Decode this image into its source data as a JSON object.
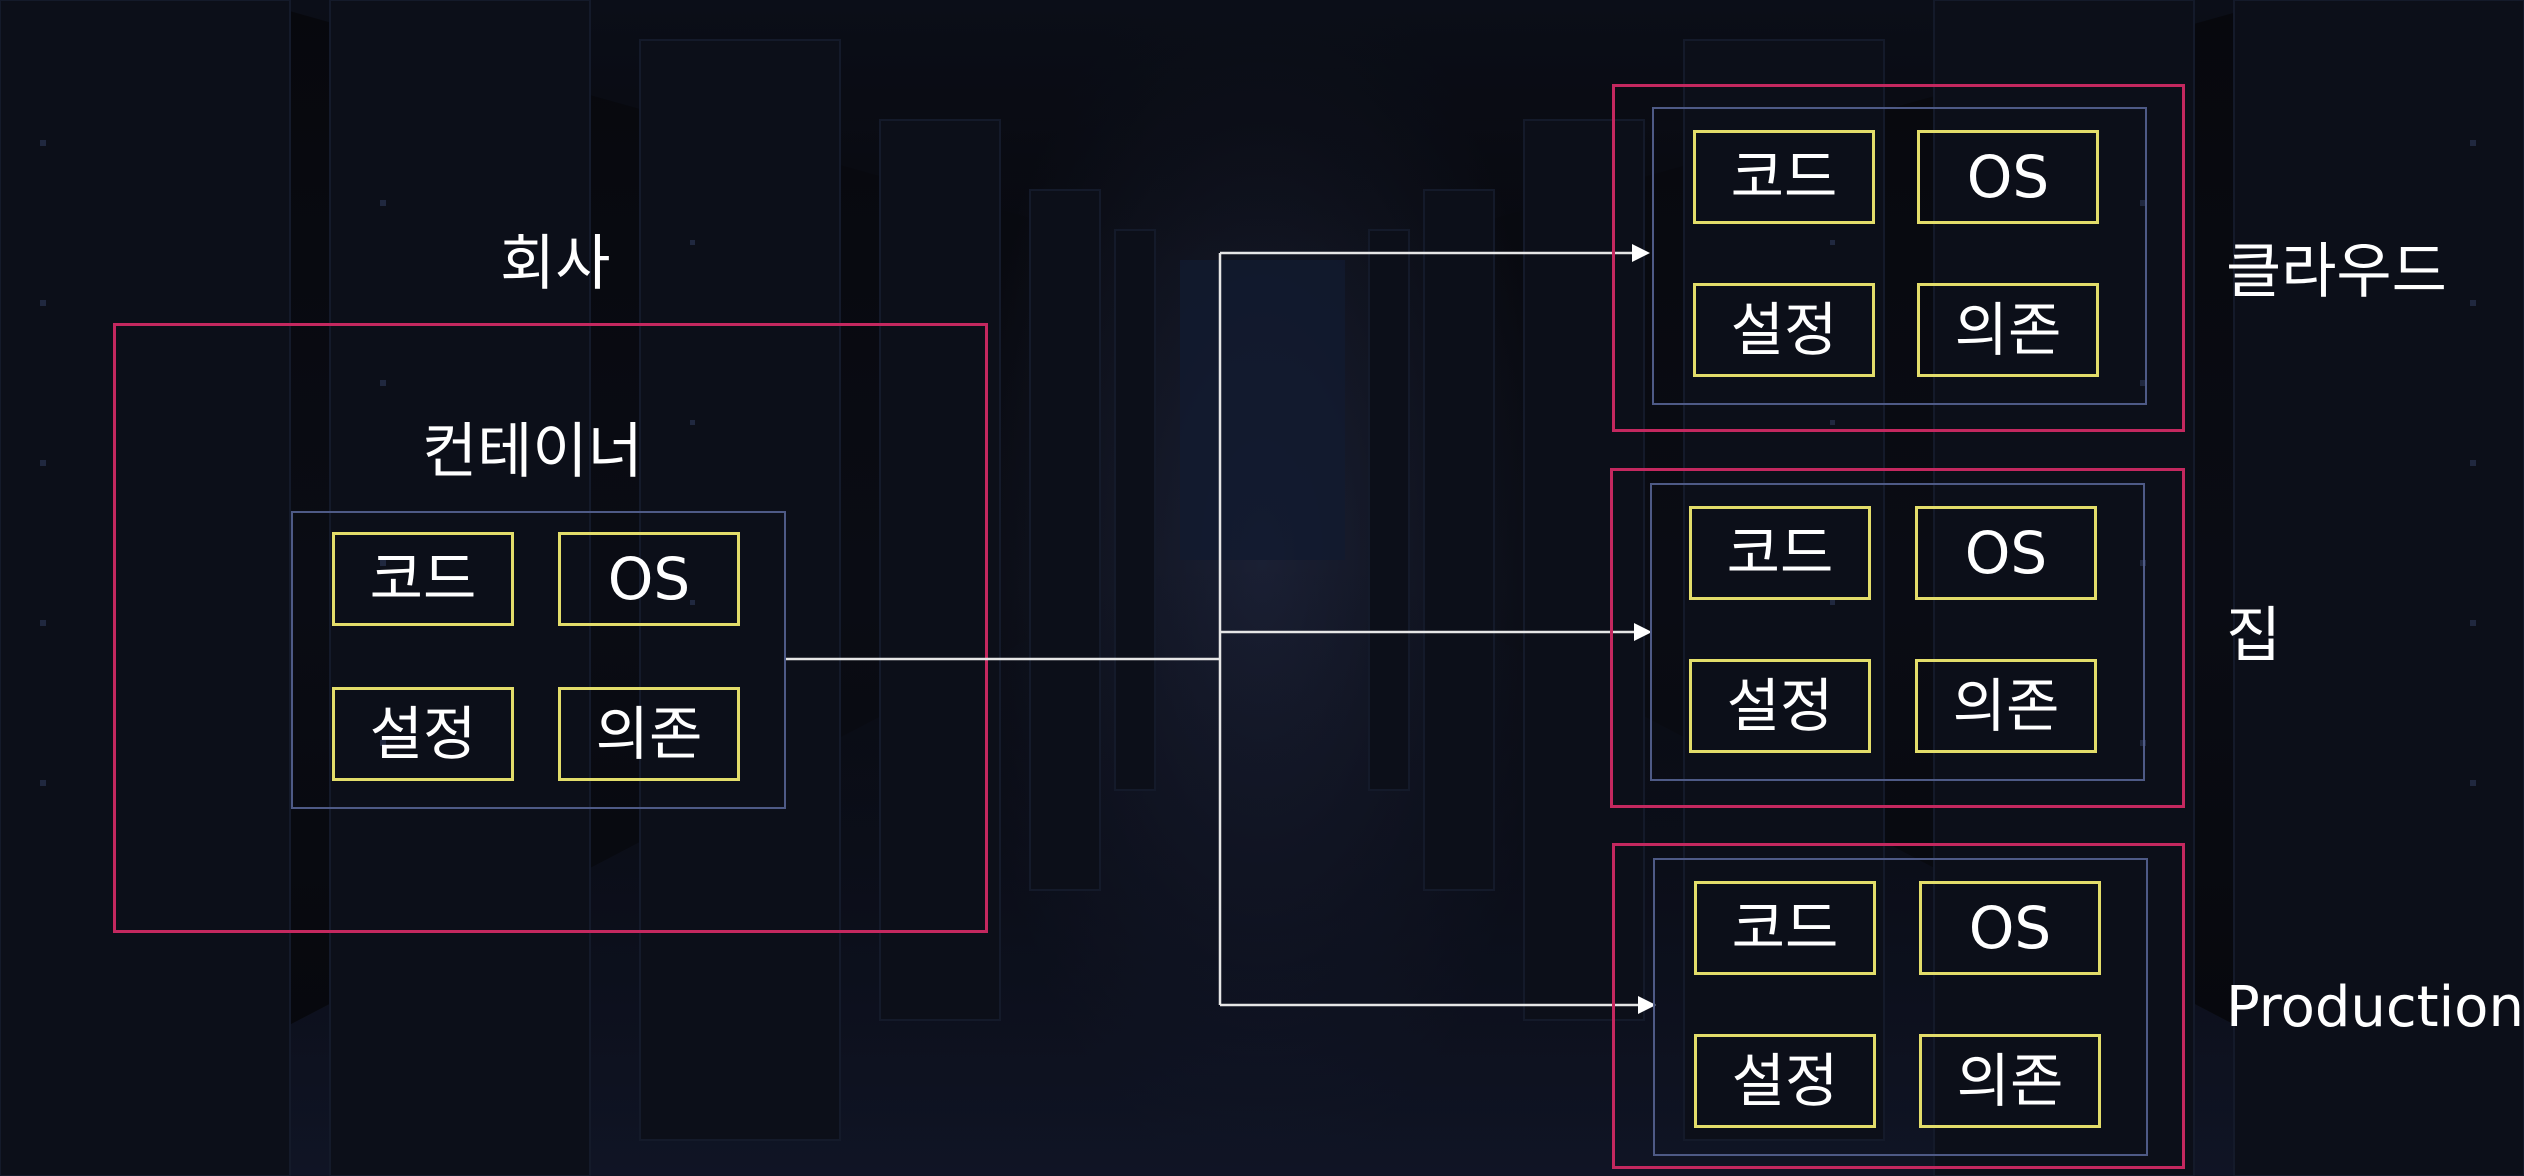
{
  "colors": {
    "outer_border": "#c4285f",
    "inner_border": "#4e5a86",
    "cell_border": "#e3dd6a",
    "connector": "#e6e6e6",
    "text": "#ffffff"
  },
  "source": {
    "title": "회사",
    "container_label": "컨테이너",
    "cells": [
      "코드",
      "OS",
      "설정",
      "의존"
    ]
  },
  "targets": [
    {
      "label": "클라우드",
      "cells": [
        "코드",
        "OS",
        "설정",
        "의존"
      ]
    },
    {
      "label": "집",
      "cells": [
        "코드",
        "OS",
        "설정",
        "의존"
      ]
    },
    {
      "label": "Production",
      "cells": [
        "코드",
        "OS",
        "설정",
        "의존"
      ]
    }
  ]
}
